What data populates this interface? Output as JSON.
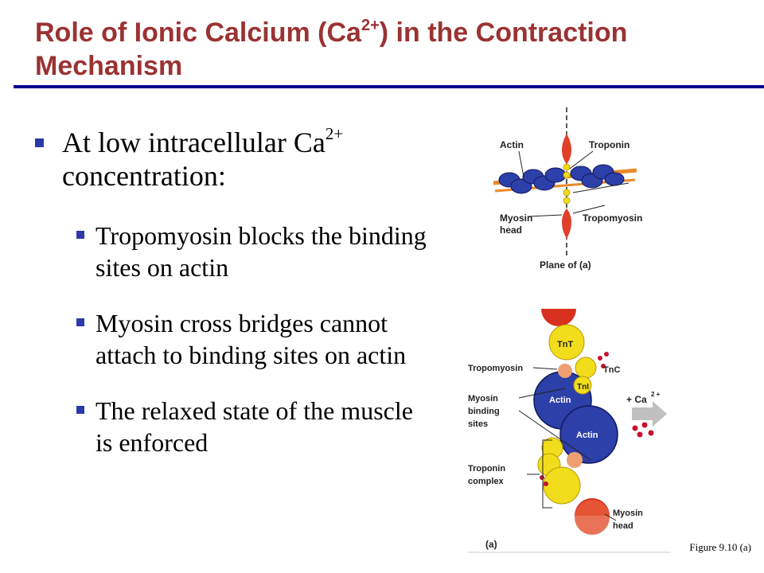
{
  "title": {
    "line_prefix": "Role of Ionic Calcium (Ca",
    "superscript": "2+",
    "line_suffix": ") in the Contraction Mechanism"
  },
  "bullets": {
    "main": {
      "text": "At low intracellular Ca",
      "superscript": "2+",
      "text2": " concentration:"
    },
    "sub": [
      "Tropomyosin blocks the binding sites on actin",
      "Myosin cross bridges cannot attach to binding sites on actin",
      "The relaxed state of the muscle is enforced"
    ]
  },
  "figure_top": {
    "labels": {
      "actin": "Actin",
      "troponin": "Troponin",
      "myosin_head": "Myosin head",
      "tropomyosin": "Tropomyosin",
      "plane": "Plane of (a)"
    }
  },
  "figure_bottom": {
    "labels": {
      "tropomyosin": "Tropomyosin",
      "myosin_binding_sites": "Myosin binding sites",
      "troponin_complex": "Troponin complex",
      "myosin_head": "Myosin head",
      "tnt": "TnT",
      "tnc": "TnC",
      "tni": "TnI",
      "actin_1": "Actin",
      "actin_2": "Actin",
      "ca_label": "+ Ca",
      "ca_sup": "2 +",
      "panel": "(a)"
    }
  },
  "caption": "Figure 9.10 (a)",
  "colors": {
    "title": "#9b3232",
    "rule": "#00008b",
    "bullet": "#2b3aa8",
    "actin_blue": "#2d3fa8",
    "troponin_yellow": "#f2dd1c",
    "myosin_red": "#e0402a"
  }
}
